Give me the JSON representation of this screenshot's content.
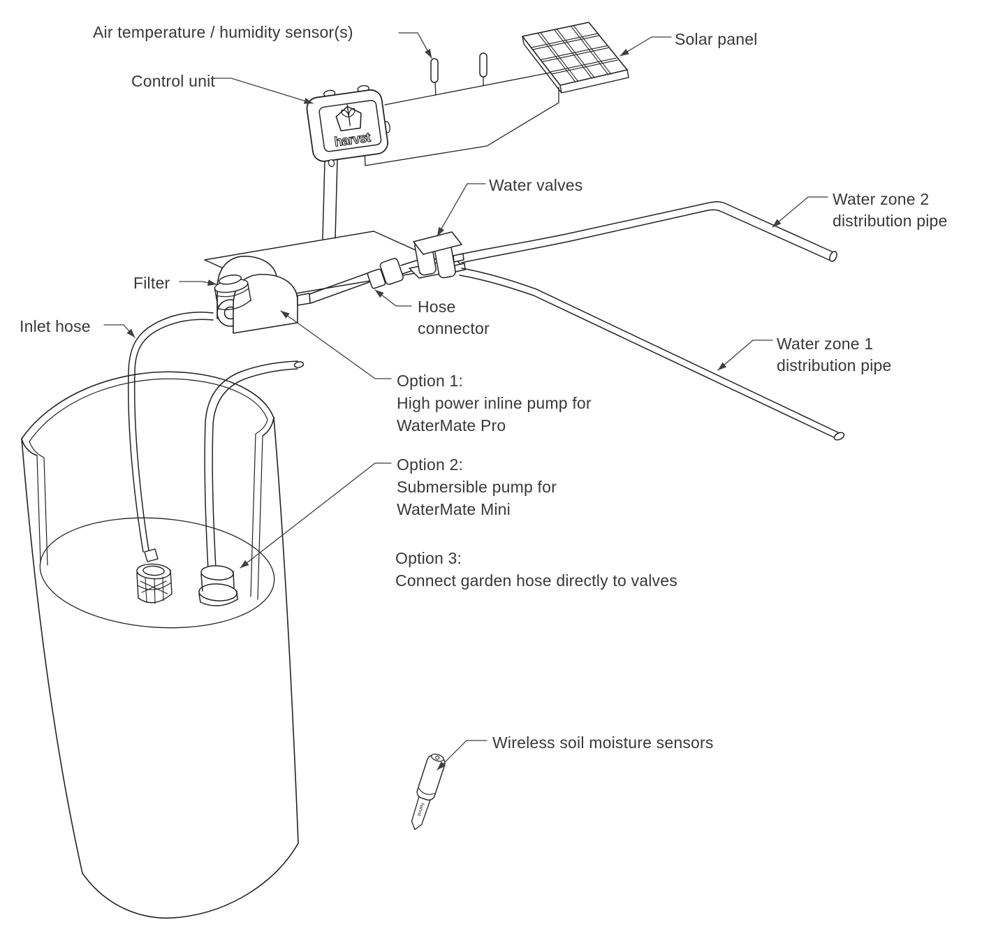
{
  "brand": "harvst",
  "colors": {
    "background": "#ffffff",
    "drawing_line": "#222222",
    "leader_line": "#3f3f3f",
    "label_text": "#383838"
  },
  "labels": {
    "air_sensor": "Air temperature / humidity sensor(s)",
    "control_unit": "Control unit",
    "solar_panel": "Solar panel",
    "water_valves": "Water valves",
    "zone2_line1": "Water zone 2",
    "zone2_line2": "distribution pipe",
    "filter": "Filter",
    "inlet_hose": "Inlet hose",
    "hose_connector_line1": "Hose",
    "hose_connector_line2": "connector",
    "zone1_line1": "Water zone 1",
    "zone1_line2": "distribution pipe",
    "option1_line1": "Option 1:",
    "option1_line2": "High power inline pump for",
    "option1_line3": "WaterMate Pro",
    "option2_line1": "Option 2:",
    "option2_line2": "Submersible pump for",
    "option2_line3": "WaterMate Mini",
    "option3_line1": "Option 3:",
    "option3_line2": "Connect garden hose directly to valves",
    "soil_sensors": "Wireless soil moisture sensors"
  }
}
